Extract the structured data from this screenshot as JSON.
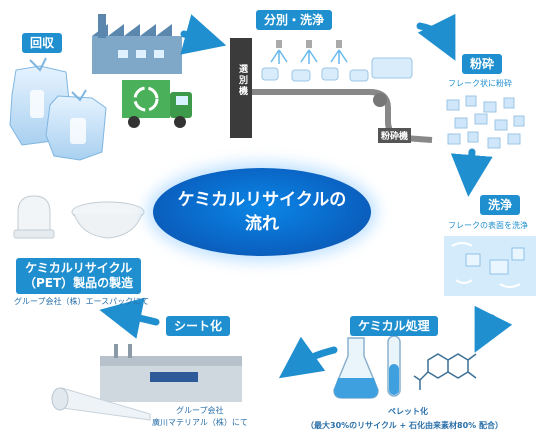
{
  "title_line1": "ケミカルリサイクルの",
  "title_line2": "流れ",
  "steps": {
    "collect": "回収",
    "sort_wash": "分別・洗浄",
    "crush": "粉砕",
    "crush_sub": "フレーク状に粉砕",
    "wash": "洗浄",
    "wash_sub": "フレークの表面を洗浄",
    "chem": "ケミカル処理",
    "pellet_title": "ペレット化",
    "pellet_sub": "（最大30%のリサイクル + 石化由来素材80% 配合）",
    "sheet": "シート化",
    "sheet_note1": "グループ会社",
    "sheet_note2": "廣川マテリアル（株）にて",
    "product_line1": "ケミカルリサイクル",
    "product_line2": "（PET）製品の製造",
    "product_note": "グループ会社（株）エースパックにて"
  },
  "machines": {
    "sorter": "選別機",
    "crusher": "粉砕機"
  },
  "colors": {
    "accent": "#1f8fcf",
    "center": "#0a64c4",
    "arrow": "#1f8fcf"
  },
  "icons": [
    "recycle-icon",
    "factory-icon",
    "truck-icon",
    "trash-bag-icon",
    "flask-icon",
    "test-tube-icon",
    "molecule-icon"
  ]
}
